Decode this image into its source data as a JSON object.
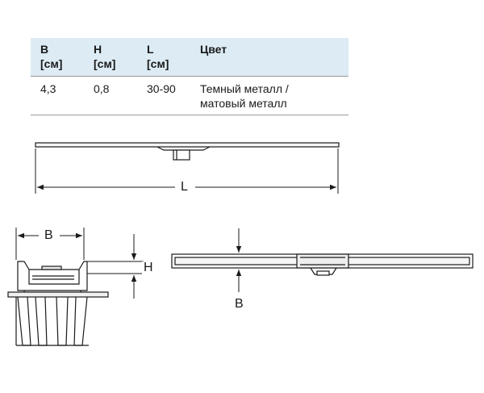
{
  "table": {
    "headers": [
      {
        "symbol": "B",
        "unit": "[см]"
      },
      {
        "symbol": "H",
        "unit": "[см]"
      },
      {
        "symbol": "L",
        "unit": "[см]"
      },
      {
        "symbol": "Цвет",
        "unit": ""
      }
    ],
    "row": {
      "b": "4,3",
      "h": "0,8",
      "l": "30-90",
      "color_line1": "Темный металл /",
      "color_line2": "матовый металл"
    }
  },
  "dimensions": {
    "length_label": "L",
    "width_label": "B",
    "height_label": "H",
    "top_view_width_label": "B"
  }
}
